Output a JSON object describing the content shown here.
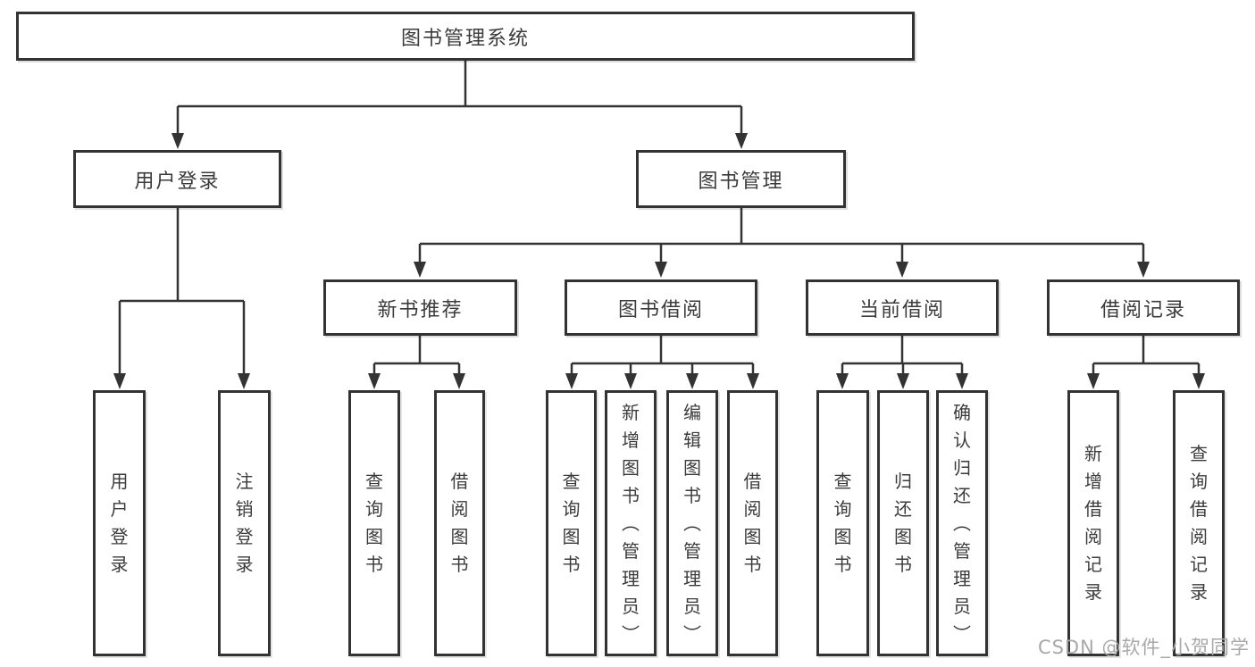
{
  "tree": {
    "label": "图书管理系统",
    "children": [
      {
        "label": "用户登录",
        "children": [
          {
            "label": "用户登录"
          },
          {
            "label": "注销登录"
          }
        ]
      },
      {
        "label": "图书管理",
        "children": [
          {
            "label": "新书推荐",
            "children": [
              {
                "label": "查询图书"
              },
              {
                "label": "借阅图书"
              }
            ]
          },
          {
            "label": "图书借阅",
            "children": [
              {
                "label": "查询图书"
              },
              {
                "label": "新增图书（管理员）"
              },
              {
                "label": "编辑图书（管理员）"
              },
              {
                "label": "借阅图书"
              }
            ]
          },
          {
            "label": "当前借阅",
            "children": [
              {
                "label": "查询图书"
              },
              {
                "label": "归还图书"
              },
              {
                "label": "确认归还（管理员）"
              }
            ]
          },
          {
            "label": "借阅记录",
            "children": [
              {
                "label": "新增借阅记录"
              },
              {
                "label": "查询借阅记录"
              }
            ]
          }
        ]
      }
    ]
  },
  "watermark": {
    "text": "CSDN @软件_小贺同学"
  },
  "colors": {
    "line": "#333333",
    "border": "#333333",
    "text": "#3b3b3b",
    "watermark": "#a8a8a8",
    "background": "#ffffff"
  }
}
